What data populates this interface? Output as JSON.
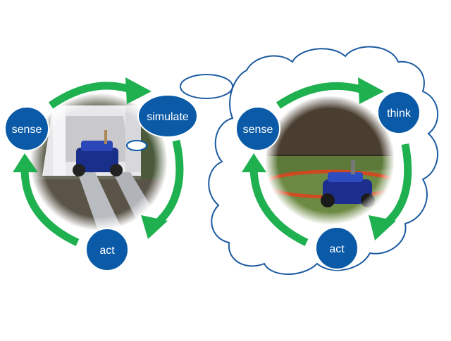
{
  "colors": {
    "node_fill": "#0a5aa8",
    "node_stroke": "#ffffff",
    "arrow": "#1fb050",
    "cloud_stroke": "#1b5aa0",
    "label_text": "#ffffff"
  },
  "left_cycle": {
    "photo": "robot-in-van-photo",
    "nodes": {
      "sense": "sense",
      "simulate": "simulate",
      "act": "act"
    }
  },
  "right_cycle": {
    "photo": "robot-in-grass-field-photo",
    "nodes": {
      "sense": "sense",
      "think": "think",
      "act": "act"
    }
  },
  "thought_bubbles": [
    "small-ellipse",
    "large-cloud"
  ]
}
